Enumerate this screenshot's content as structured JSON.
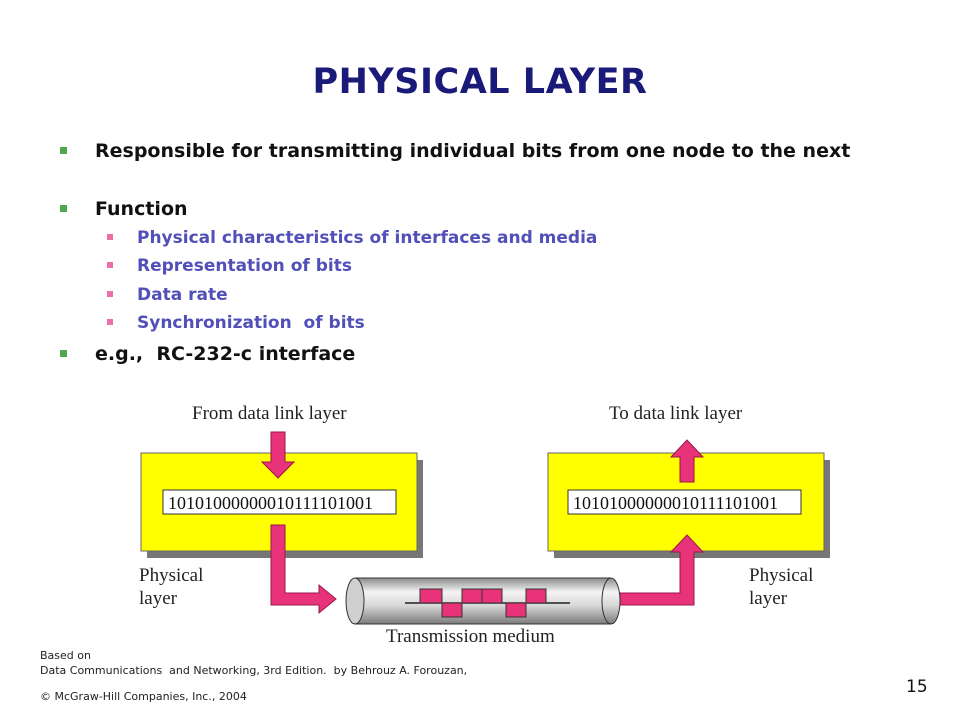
{
  "slide": {
    "title": "PHYSICAL LAYER",
    "bullets": [
      {
        "text": "Responsible for transmitting individual bits from one node to the next"
      },
      {
        "text": "Function",
        "sub": [
          "Physical characteristics of interfaces and media",
          "Representation of bits",
          "Data rate",
          "Synchronization  of bits"
        ]
      },
      {
        "text": "e.g.,  RC-232-c interface"
      }
    ],
    "page_number": "15"
  },
  "diagram": {
    "from_label": "From data link layer",
    "to_label": "To data link layer",
    "left_bits": "10101000000010111101001",
    "right_bits": "10101000000010111101001",
    "left_layer_line1": "Physical",
    "left_layer_line2": "layer",
    "right_layer_line1": "Physical",
    "right_layer_line2": "layer",
    "medium_label": "Transmission medium",
    "colors": {
      "box_fill": "#ffff00",
      "arrow_pink": "#e8327a",
      "shadow": "#777777"
    }
  },
  "footer": {
    "based_on": "Based on",
    "source": "Data Communications  and Networking, 3rd Edition.  by Behrouz A. Forouzan,",
    "copyright": "© McGraw-Hill Companies, Inc., 2004"
  }
}
